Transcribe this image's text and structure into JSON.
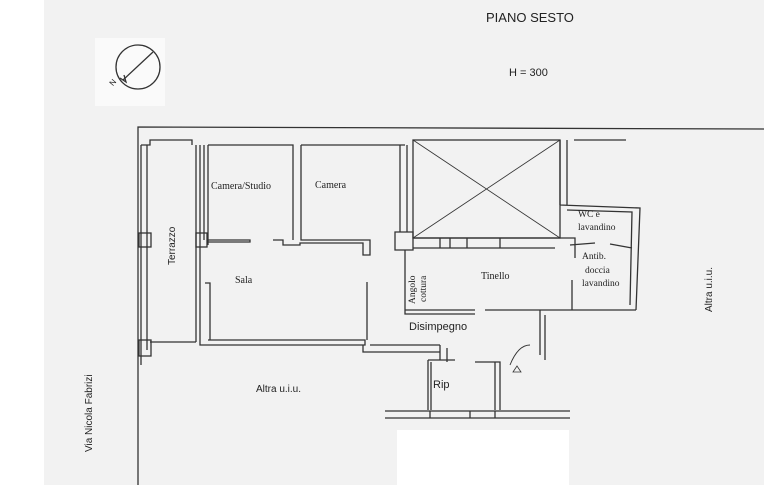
{
  "title": "PIANO SESTO",
  "height_note": "H = 300",
  "compass": {
    "icon": "north-arrow-icon",
    "letter": "N"
  },
  "rooms": {
    "camera_studio": "Camera/Studio",
    "camera": "Camera",
    "terrazzo": "Terrazzo",
    "sala": "Sala",
    "angolo": "Angolo",
    "cottura": "cottura",
    "tinello": "Tinello",
    "wc_line1": "WC e",
    "wc_line2": "lavandino",
    "antib_line1": "Antib.",
    "antib_line2": "doccia",
    "antib_line3": "lavandino",
    "disimpegno": "Disimpegno",
    "rip": "Rip",
    "altra_uiu_bottom": "Altra u.i.u.",
    "altra_uiu_right": "Altra u.i.u."
  },
  "street": "Via Nicola Fabrizi",
  "colors": {
    "line": "#333333",
    "paper": "#f2f2f2"
  }
}
